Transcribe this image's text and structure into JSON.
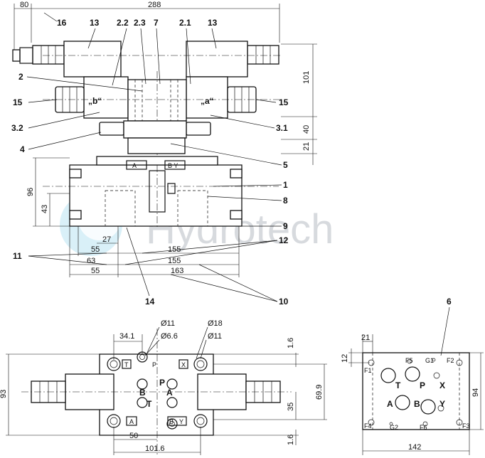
{
  "top_view": {
    "dim_overall_width": "288",
    "dim_left_offset": "80",
    "dim_height_101": "101",
    "dim_height_40": "40",
    "dim_height_21": "21",
    "callout_16": "16",
    "callout_13_left": "13",
    "callout_13_right": "13",
    "callout_2_2": "2.2",
    "callout_2_3": "2.3",
    "callout_7": "7",
    "callout_2_1": "2.1",
    "callout_2": "2",
    "callout_15_left": "15",
    "callout_15_right": "15",
    "callout_3_2": "3.2",
    "callout_3_1": "3.1",
    "callout_4": "4",
    "callout_5": "5",
    "label_b": "„b“",
    "label_a": "„a“"
  },
  "front_view": {
    "dim_96": "96",
    "dim_43": "43",
    "dim_27": "27",
    "dim_55_a": "55",
    "dim_155_a": "155",
    "dim_63": "63",
    "dim_155_b": "155",
    "dim_55_b": "55",
    "dim_163": "163",
    "callout_1": "1",
    "callout_8": "8",
    "callout_9": "9",
    "callout_12": "12",
    "callout_11": "11",
    "callout_10": "10",
    "callout_14": "14",
    "port_a": "A",
    "port_by": "B Y"
  },
  "bottom_view": {
    "dim_34_1": "34.1",
    "dim_d11_a": "Ø11",
    "dim_d6_6": "Ø6.6",
    "dim_d18": "Ø18",
    "dim_d11_b": "Ø11",
    "dim_1_6_top": "1.6",
    "dim_93": "93",
    "dim_69_9": "69.9",
    "dim_35": "35",
    "dim_1_6_bot": "1.6",
    "dim_50": "50",
    "dim_101_6": "101.6",
    "port_t_top": "T",
    "port_p_top": "P",
    "port_x_top": "X",
    "port_p": "P",
    "port_b": "B",
    "port_a": "A",
    "port_t": "T",
    "port_a_bot": "A",
    "port_b_bot": "B",
    "port_y_bot": "Y"
  },
  "plate_view": {
    "callout_6": "6",
    "dim_21": "21",
    "dim_12": "12",
    "dim_94": "94",
    "dim_142": "142",
    "port_T": "T",
    "port_P": "P",
    "port_X": "X",
    "port_A": "A",
    "port_B": "B",
    "port_Y": "Y",
    "f1": "F1",
    "f2": "F2",
    "f3": "F3",
    "f4": "F4",
    "f5": "F5",
    "f6": "F6",
    "g1": "G1",
    "g2": "G2"
  },
  "watermark": "Hydrotech"
}
